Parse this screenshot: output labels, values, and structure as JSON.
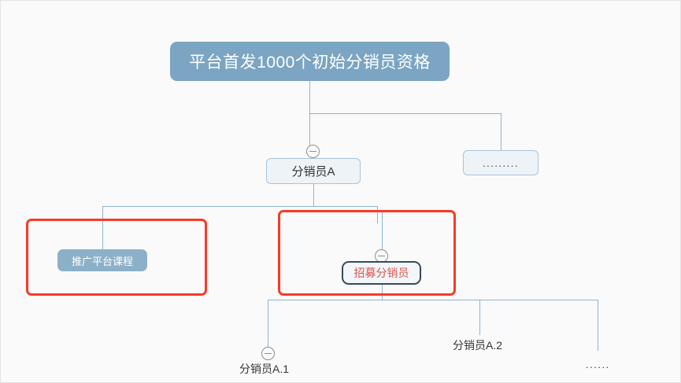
{
  "diagram": {
    "title_node": {
      "label": "平台首发1000个初始分销员资格"
    },
    "nodes": [
      {
        "id": "distributor-a",
        "label": "分销员A"
      },
      {
        "id": "ellipsis-sibling",
        "label": "........."
      },
      {
        "id": "promote-course",
        "label": "推广平台课程"
      },
      {
        "id": "recruit-distributor",
        "label": "招募分销员"
      },
      {
        "id": "distributor-a1",
        "label": "分销员A.1"
      },
      {
        "id": "distributor-a2",
        "label": "分销员A.2"
      },
      {
        "id": "ellipsis-leaf",
        "label": "......"
      }
    ],
    "colors": {
      "root_fill": "#7ba5c2",
      "node_fill": "#eef3f7",
      "node_border": "#a9c4d8",
      "pill_fill": "#8cb0c8",
      "outlined_border": "#37495b",
      "outlined_text": "#d9534f",
      "connector": "#8fb4cd",
      "highlight": "#f93a28",
      "background": "#fafafa"
    }
  }
}
